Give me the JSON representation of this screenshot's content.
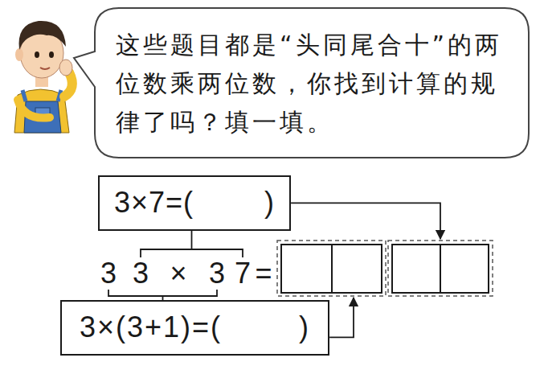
{
  "diagram": {
    "nodes": [
      {
        "text": [
          "这些题目都是“头同尾合十”的两位数乘两位数，你找到计算的规律了吗？填一填。"
        ]
      },
      {
        "text": [
          "3×7=(        )"
        ]
      },
      {
        "text": [
          "3×(3+1)=(        )"
        ]
      }
    ],
    "labels": [
      "3",
      "3",
      "×",
      "3",
      "7",
      "="
    ]
  }
}
